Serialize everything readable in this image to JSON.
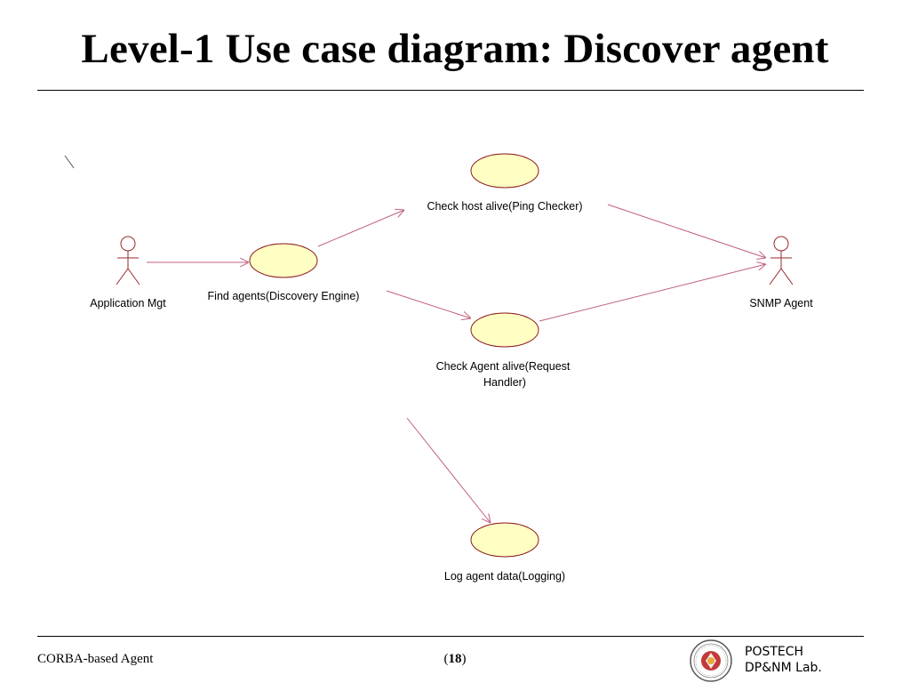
{
  "slide": {
    "title": "Level-1 Use case diagram: Discover agent"
  },
  "diagram": {
    "actors": {
      "application_mgt": "Application Mgt",
      "snmp_agent": "SNMP Agent"
    },
    "use_cases": {
      "find_agents": "Find agents(Discovery Engine)",
      "check_host": "Check host alive(Ping Checker)",
      "check_agent_line1": "Check Agent alive(Request",
      "check_agent_line2": "Handler)",
      "log_agent": "Log agent data(Logging)"
    },
    "colors": {
      "use_case_fill": "#ffffc4",
      "use_case_stroke": "#8b1a1a",
      "connector": "#c0607a",
      "actor_stroke": "#9a2a2a"
    }
  },
  "footer": {
    "left": "CORBA-based Agent",
    "page_open": "(",
    "page_number": "18",
    "page_close": ")",
    "org_line1": "POSTECH",
    "org_line2": "DP&NM Lab."
  }
}
